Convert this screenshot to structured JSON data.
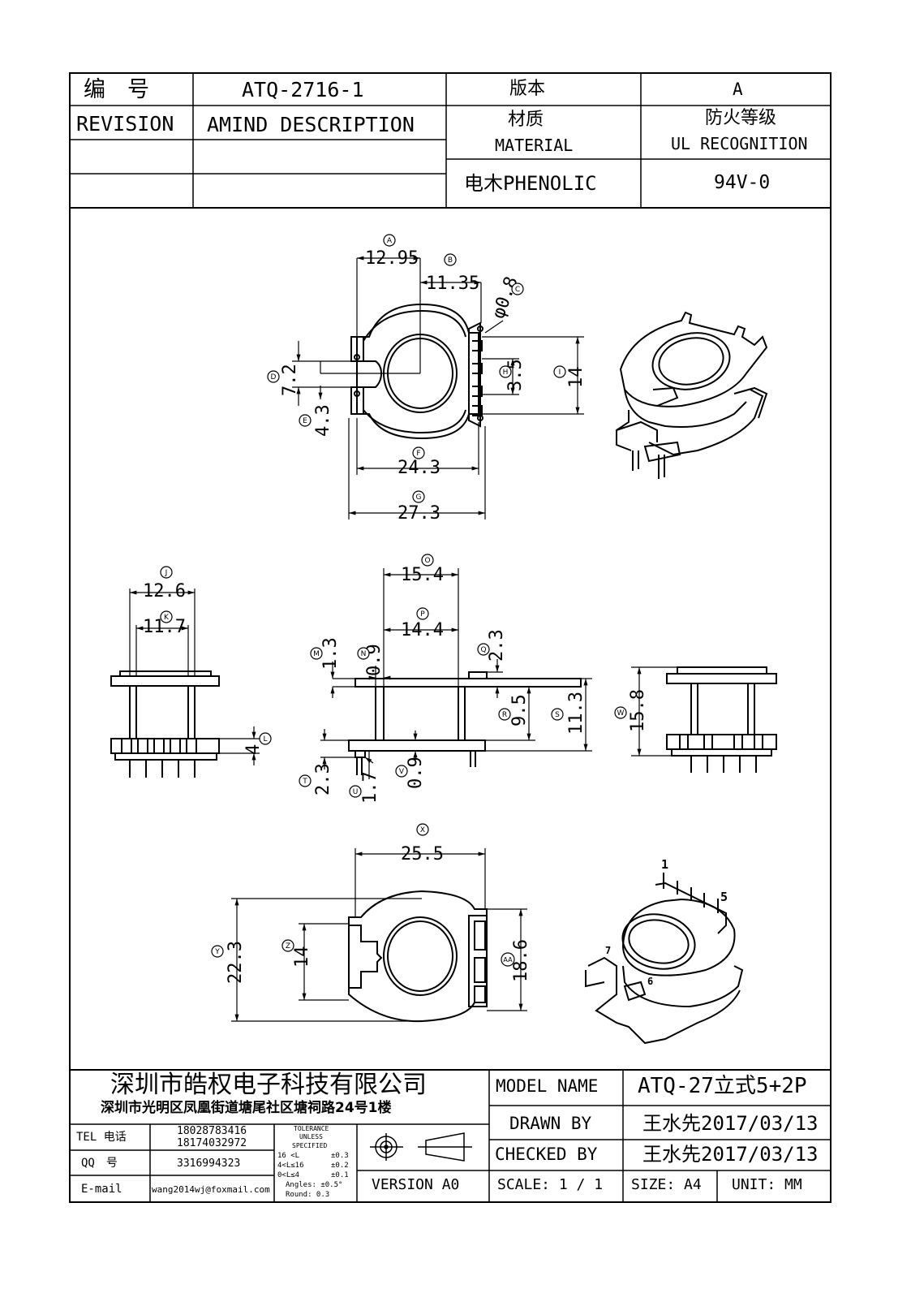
{
  "header": {
    "number_label": "编　号",
    "number_value": "ATQ-2716-1",
    "version_label": "版本",
    "version_value": "A",
    "revision_label": "REVISION",
    "amind_label": "AMIND DESCRIPTION",
    "material_label_cn": "材质",
    "material_label_en": "MATERIAL",
    "material_value": "电木PHENOLIC",
    "ul_label_cn": "防火等级",
    "ul_label_en": "UL RECOGNITION",
    "ul_value": "94V-0"
  },
  "drawing": {
    "top_view": {
      "A": "12.95",
      "B": "11.35",
      "C": "φ0.8",
      "D": "7.2",
      "E": "4.3",
      "F": "24.3",
      "G": "27.3",
      "H": "3.5",
      "I": "14"
    },
    "side_view": {
      "J": "12.6",
      "K": "11.7",
      "L": "4"
    },
    "front_view": {
      "O": "15.4",
      "P": "14.4",
      "M": "1.3",
      "N": "0.9",
      "Q": "2.3",
      "R": "9.5",
      "S": "11.3",
      "T": "2.3",
      "U": "1.7",
      "V": "0.9"
    },
    "end_view": {
      "W": "15.8"
    },
    "bottom_view": {
      "X": "25.5",
      "Y": "22.3",
      "Z": "14",
      "AA": "18.6"
    },
    "iso_pins": {
      "p1": "1",
      "p5": "5",
      "p6": "6",
      "p7": "7"
    },
    "circle_letters": [
      "A",
      "B",
      "C",
      "D",
      "E",
      "F",
      "G",
      "H",
      "I",
      "J",
      "K",
      "L",
      "M",
      "N",
      "O",
      "P",
      "Q",
      "R",
      "S",
      "T",
      "U",
      "V",
      "W",
      "X",
      "Y",
      "Z",
      "AA"
    ]
  },
  "title_block": {
    "company": "深圳市皓权电子科技有限公司",
    "address": "深圳市光明区凤凰街道塘尾社区塘祠路24号1楼",
    "tel_label": "TEL 电话",
    "tel_1": "18028783416",
    "tel_2": "18174032972",
    "qq_label": "QQ　号",
    "qq_value": "3316994323",
    "email_label": "E-mail",
    "email_value": "wang2014wj@foxmail.com",
    "tol_title_1": "TOLERANCE",
    "tol_title_2": "UNLESS",
    "tol_title_3": "SPECIFIED",
    "tol_r1_a": "16 <L",
    "tol_r1_b": "±0.3",
    "tol_r2_a": "4<L≤16",
    "tol_r2_b": "±0.2",
    "tol_r3_a": "0<L≤4",
    "tol_r3_b": "±0.1",
    "tol_angles": "Angles: ±0.5°",
    "tol_round": "Round: 0.3",
    "version": "VERSION A0",
    "model_label": "MODEL NAME",
    "model_value": "ATQ-27立式5+2P",
    "drawn_label": "DRAWN BY",
    "drawn_value": "王水先2017/03/13",
    "checked_label": "CHECKED BY",
    "checked_value": "王水先2017/03/13",
    "scale_label": "SCALE: 1 / 1",
    "size_label": "SIZE: A4",
    "unit_label": "UNIT: MM"
  }
}
